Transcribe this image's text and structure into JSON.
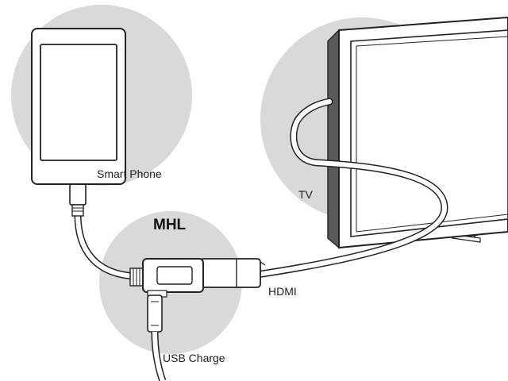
{
  "colors": {
    "background": "#ffffff",
    "circle_fill": "#d9d9d9",
    "line": "#222222",
    "device_fill": "#ffffff"
  },
  "labels": {
    "smart_phone": "Smart Phone",
    "tv": "TV",
    "mhl": "MHL",
    "hdmi": "HDMI",
    "usb_charge": "USB Charge"
  },
  "icons": {
    "smart_phone": "smartphone-icon",
    "tv": "television-icon",
    "adapter": "mhl-adapter-icon",
    "cable_hdmi": "hdmi-cable-icon",
    "cable_usb": "usb-cable-icon"
  }
}
